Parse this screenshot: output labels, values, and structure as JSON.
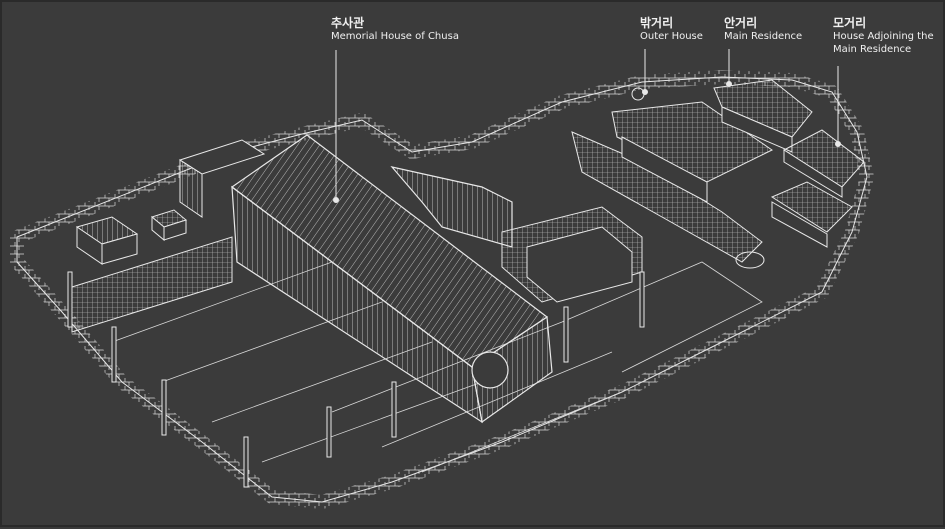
{
  "labels": {
    "chusa": {
      "ko": "추사관",
      "en": "Memorial House of Chusa"
    },
    "outer": {
      "ko": "밖거리",
      "en": "Outer House"
    },
    "main": {
      "ko": "안거리",
      "en": "Main Residence"
    },
    "adjoin": {
      "ko": "모거리",
      "en_line1": "House Adjoining the",
      "en_line2": "Main Residence"
    }
  },
  "colors": {
    "background": "#3b3b3b",
    "line": "#e8e8e8"
  }
}
